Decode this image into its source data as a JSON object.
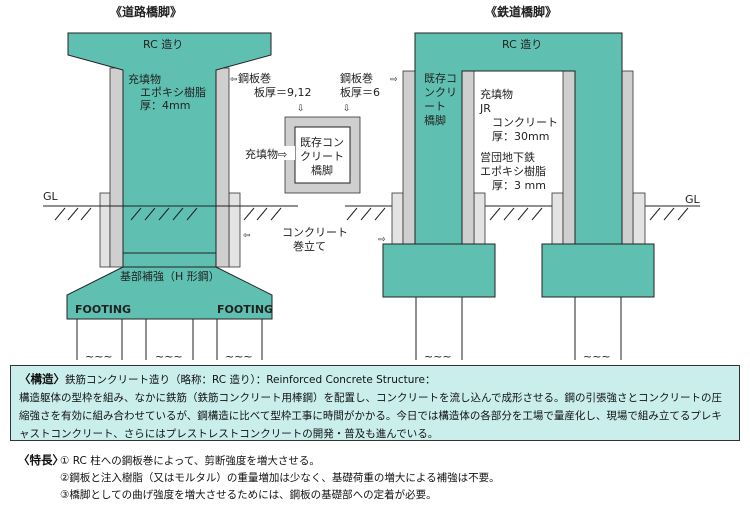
{
  "road": {
    "title": "《道路橋脚》",
    "rc": "RC 造り",
    "fill1": "充填物",
    "fill2": "エポキシ樹脂",
    "fill3": "厚：4mm",
    "base": "基部補強（H 形鋼）",
    "footing_l": "FOOTING",
    "footing_r": "FOOTING",
    "gl": "GL",
    "waves": "~~~"
  },
  "middle": {
    "plate1a": "鋼板巻",
    "plate1b": "板厚＝9,12",
    "plate2a": "鋼板巻",
    "plate2b": "板厚＝6",
    "filler": "充填物⇨",
    "core1": "既存コン",
    "core2": "クリート",
    "core3": "橋脚",
    "concrete1": "コンクリート",
    "concrete2": "巻立て"
  },
  "rail": {
    "title": "《鉄道橋脚》",
    "rc": "RC 造り",
    "exist1": "既存コ",
    "exist2": "ンクリ",
    "exist3": "ート",
    "exist4": "橋脚",
    "fill1": "充填物",
    "fill2": "JR",
    "fill3": "コンクリート",
    "fill4": "厚：30mm",
    "fill5": "営団地下鉄",
    "fill6": "エポキシ樹脂",
    "fill7": "厚：3 mm",
    "gl": "GL",
    "waves": "~~~"
  },
  "structure": {
    "label": "〈構造〉",
    "heading": "鉄筋コンクリート造り（略称：RC 造り）：Reinforced Concrete Structure：",
    "body": "構造躯体の型枠を組み、なかに鉄筋（鉄筋コンクリート用棒鋼）を配置し、コンクリートを流し込んで成形させる。鋼の引張強さとコンクリートの圧縮強さを有効に組み合わせているが、鋼構造に比べて型枠工事に時間がかかる。今日では構造体の各部分を工場で量産化し、現場で組み立てるプレキャストコンクリート、さらにはプレストレストコンクリートの開発・普及も進んでいる。"
  },
  "features": {
    "label": "〈特長〉",
    "items": [
      "① RC 柱への鋼板巻によって、剪断強度を増大させる。",
      "②鋼板と注入樹脂（又はモルタル）の重量増加は少なく、基礎荷重の増大による補強は不要。",
      "③橋脚としての曲げ強度を増大させるためには、鋼板の基礎部への定着が必要。"
    ]
  },
  "colors": {
    "teal": "#5fc0b2",
    "box": "#c9eeec"
  }
}
